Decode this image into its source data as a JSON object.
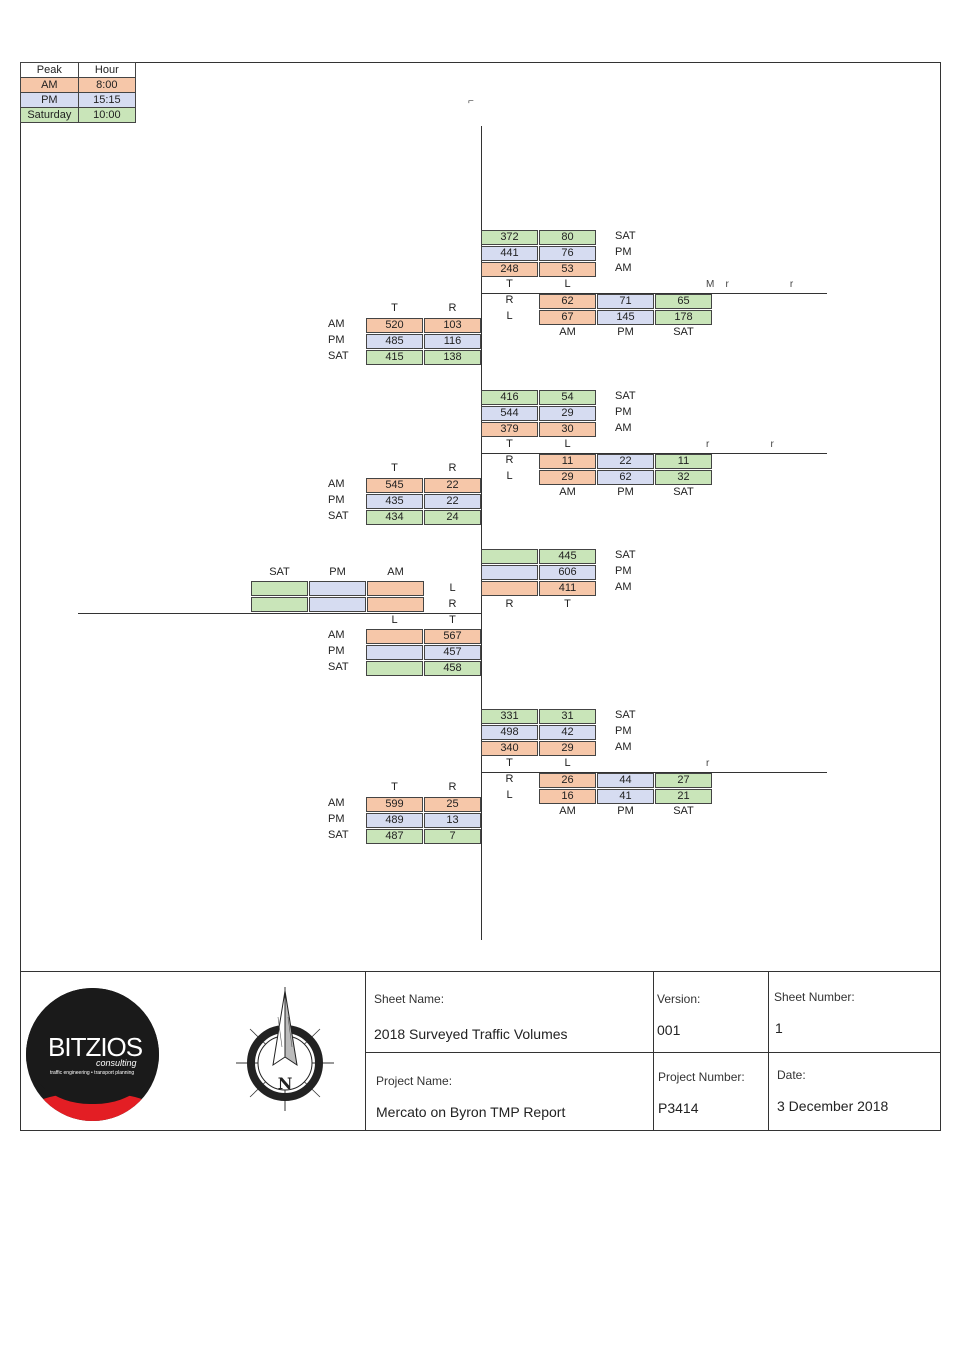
{
  "legend": {
    "headers": [
      "Peak",
      "Hour"
    ],
    "rows": [
      {
        "peak": "AM",
        "hour": "8:00"
      },
      {
        "peak": "PM",
        "hour": "15:15"
      },
      {
        "peak": "Saturday",
        "hour": "10:00"
      }
    ]
  },
  "intersections": [
    {
      "north": {
        "T": [
          "248",
          "441",
          "372"
        ],
        "L": [
          "53",
          "76",
          "80"
        ]
      },
      "east": {
        "R": [
          "62",
          "71",
          "65"
        ],
        "L": [
          "67",
          "145",
          "178"
        ]
      },
      "south": {
        "T": [
          "520",
          "485",
          "415"
        ],
        "R": [
          "103",
          "116",
          "138"
        ]
      },
      "side_road_text": "M    r                      r"
    },
    {
      "north": {
        "T": [
          "379",
          "544",
          "416"
        ],
        "L": [
          "30",
          "29",
          "54"
        ]
      },
      "east": {
        "R": [
          "11",
          "22",
          "11"
        ],
        "L": [
          "29",
          "62",
          "32"
        ]
      },
      "south": {
        "T": [
          "545",
          "435",
          "434"
        ],
        "R": [
          "22",
          "22",
          "24"
        ]
      },
      "side_road_text": "r                      r"
    },
    {
      "north": {
        "R": [
          "",
          "",
          ""
        ],
        "T": [
          "411",
          "606",
          "445"
        ]
      },
      "west": {
        "L": [
          "",
          "",
          ""
        ],
        "R": [
          "",
          "",
          ""
        ]
      },
      "south": {
        "L": [
          "",
          "",
          ""
        ],
        "T": [
          "567",
          "457",
          "458"
        ]
      }
    },
    {
      "north": {
        "T": [
          "340",
          "498",
          "331"
        ],
        "L": [
          "29",
          "42",
          "31"
        ]
      },
      "east": {
        "R": [
          "26",
          "44",
          "27"
        ],
        "L": [
          "16",
          "41",
          "21"
        ]
      },
      "south": {
        "T": [
          "599",
          "489",
          "487"
        ],
        "R": [
          "25",
          "13",
          "7"
        ]
      },
      "side_road_text": "r"
    }
  ],
  "labels": {
    "T": "T",
    "L": "L",
    "R": "R",
    "AM": "AM",
    "PM": "PM",
    "SAT": "SAT"
  },
  "title_block": {
    "logo_name": "BITZIOS",
    "logo_sub": "consulting",
    "logo_tagline": "traffic engineering • transport planning",
    "north_letter": "N",
    "sheet_name_label": "Sheet Name:",
    "sheet_name": "2018 Surveyed Traffic Volumes",
    "version_label": "Version:",
    "version": "001",
    "sheet_number_label": "Sheet Number:",
    "sheet_number": "1",
    "project_name_label": "Project Name:",
    "project_name": "Mercato on Byron TMP Report",
    "project_number_label": "Project Number:",
    "project_number": "P3414",
    "date_label": "Date:",
    "date": "3 December 2018"
  },
  "colors": {
    "am": "#f6c7a9",
    "pm": "#d6dcf1",
    "sat": "#c9e5b9",
    "logo_red": "#e31e24"
  }
}
